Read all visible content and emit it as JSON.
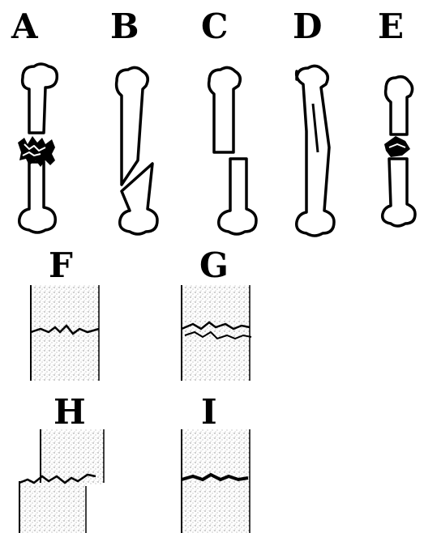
{
  "figure": {
    "bone_labels": [
      "A",
      "B",
      "C",
      "D",
      "E"
    ],
    "detail_labels": [
      "F",
      "G",
      "H",
      "I"
    ],
    "colors": {
      "ink": "#000000",
      "paper": "#ffffff",
      "stipple": "#9a9a9a"
    }
  }
}
